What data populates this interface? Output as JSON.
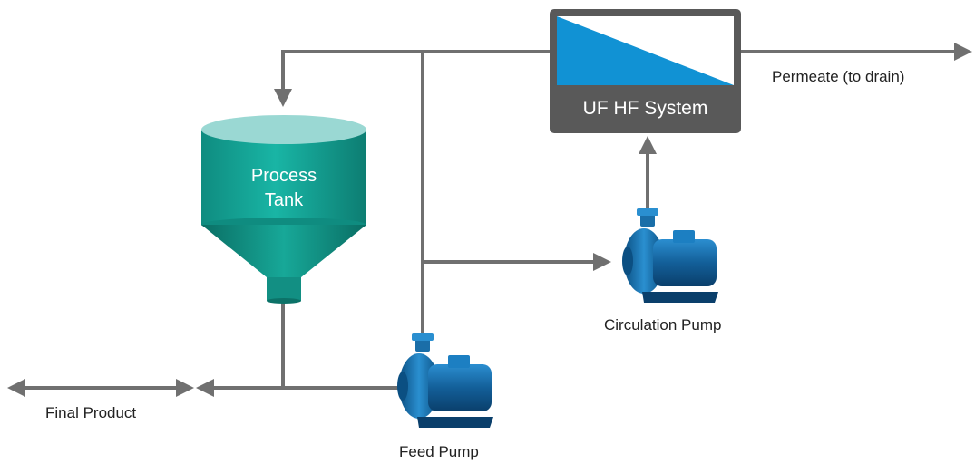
{
  "system": {
    "label": "UF HF System"
  },
  "tank": {
    "line1": "Process",
    "line2": "Tank"
  },
  "labels": {
    "permeate": "Permeate (to drain)",
    "circulation_pump": "Circulation Pump",
    "feed_pump": "Feed Pump",
    "final_product": "Final Product"
  },
  "colors": {
    "pipe": "#707070",
    "tank_body": "#14a596",
    "tank_top": "#9ad8d3",
    "system_frame": "#595959",
    "membrane": "#1192d4",
    "pump": "#1a78b5"
  }
}
